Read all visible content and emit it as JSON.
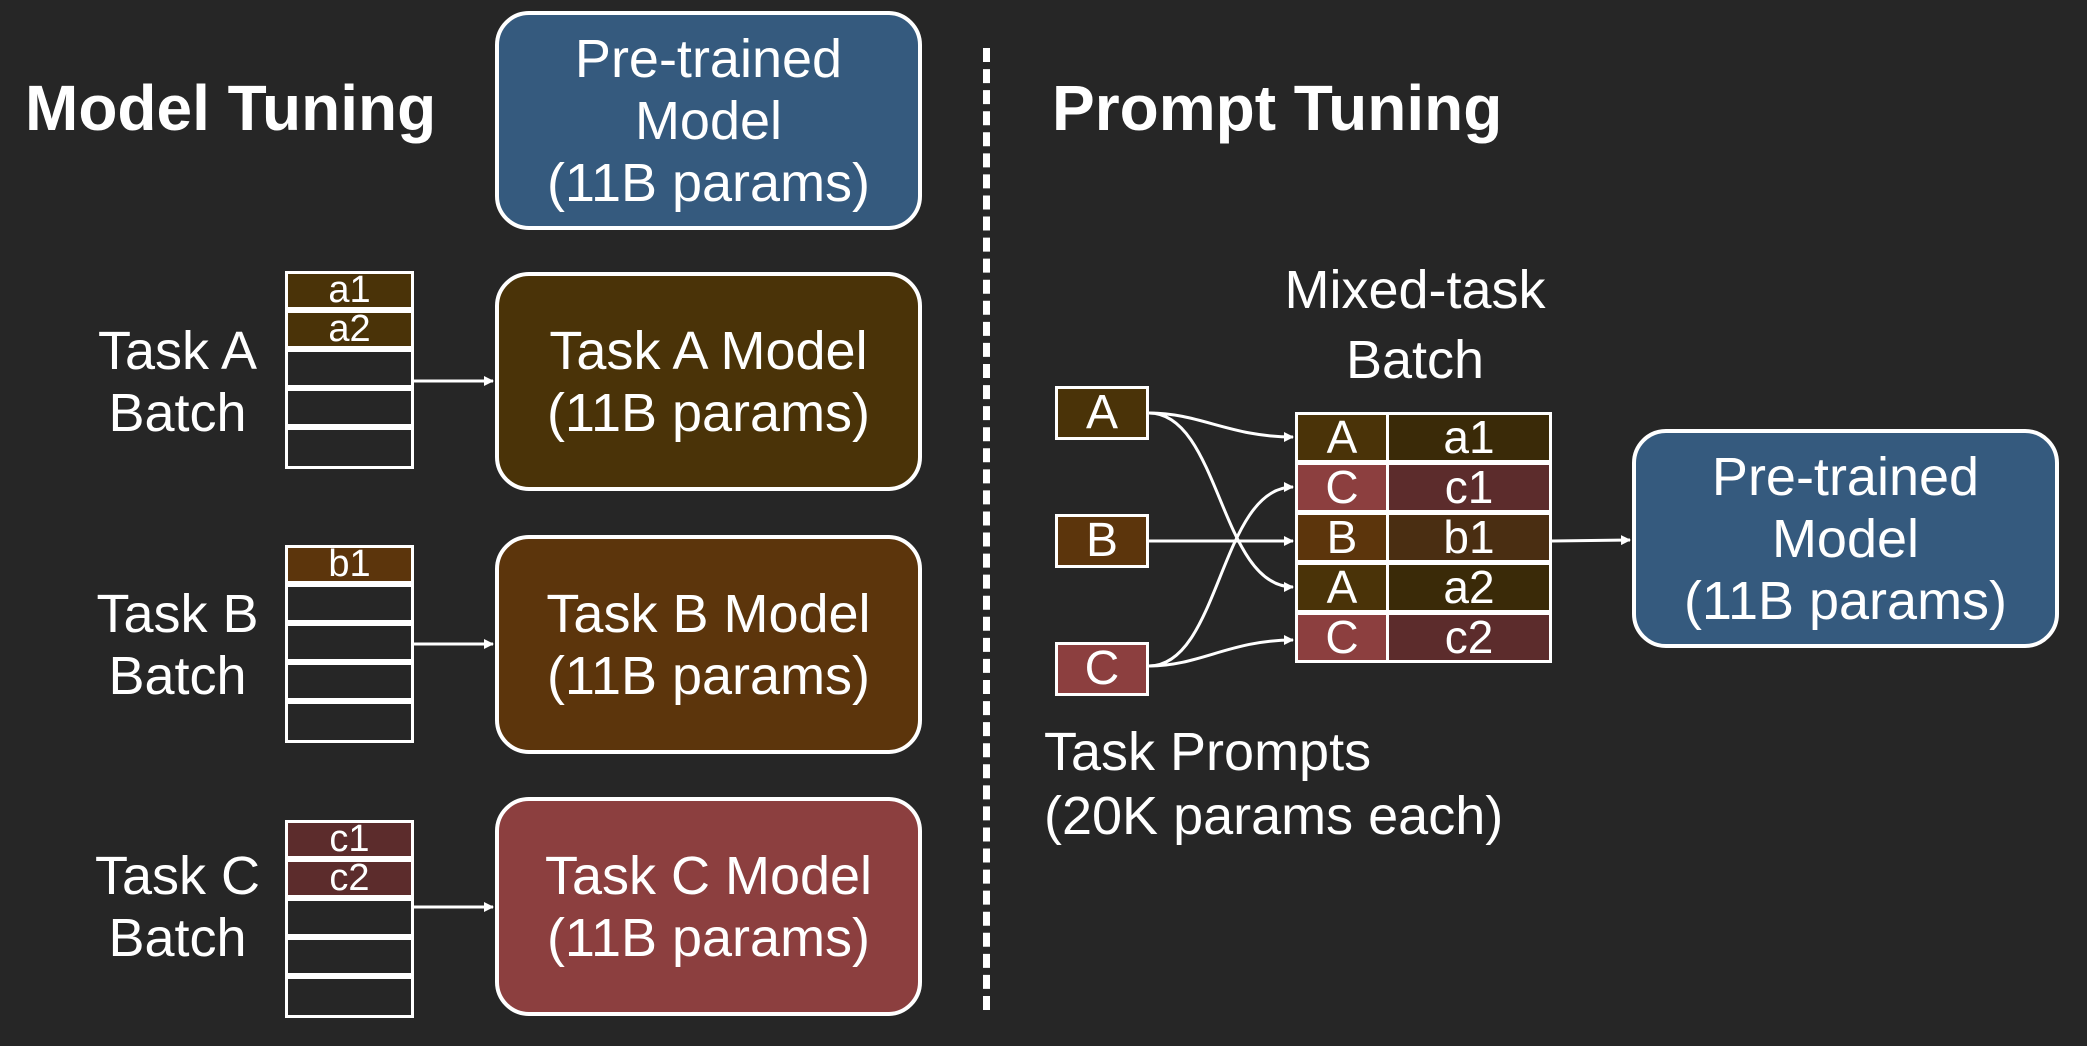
{
  "model_tuning": {
    "heading": "Model Tuning",
    "pretrained": {
      "lines": [
        "Pre-trained",
        "Model",
        "(11B params)"
      ],
      "color": "#355a7e"
    },
    "tasks": [
      {
        "label_lines": [
          "Task A",
          "Batch"
        ],
        "batch_items": [
          "a1",
          "a2",
          "",
          "",
          ""
        ],
        "model_lines": [
          "Task A Model",
          "(11B params)"
        ],
        "color": "#4a3308",
        "cell_color": "#4a3308"
      },
      {
        "label_lines": [
          "Task B",
          "Batch"
        ],
        "batch_items": [
          "b1",
          "",
          "",
          "",
          ""
        ],
        "model_lines": [
          "Task B Model",
          "(11B params)"
        ],
        "color": "#5c350c",
        "cell_color": "#5c350c"
      },
      {
        "label_lines": [
          "Task C",
          "Batch"
        ],
        "batch_items": [
          "c1",
          "c2",
          "",
          "",
          ""
        ],
        "model_lines": [
          "Task C Model",
          "(11B params)"
        ],
        "color": "#8c3f3f",
        "cell_color": "#5c2c2c"
      }
    ]
  },
  "prompt_tuning": {
    "heading": "Prompt Tuning",
    "mixed_batch_title": [
      "Mixed-task",
      "Batch"
    ],
    "prompts": [
      {
        "label": "A",
        "color": "#4a3308"
      },
      {
        "label": "B",
        "color": "#5c350c"
      },
      {
        "label": "C",
        "color": "#8c3f3f"
      }
    ],
    "mixed_rows": [
      {
        "task": "A",
        "item": "a1",
        "key_color": "#4a3308",
        "val_color": "#3a2a08"
      },
      {
        "task": "C",
        "item": "c1",
        "key_color": "#8c3f3f",
        "val_color": "#5c2c2c"
      },
      {
        "task": "B",
        "item": "b1",
        "key_color": "#5c350c",
        "val_color": "#4a2e12"
      },
      {
        "task": "A",
        "item": "a2",
        "key_color": "#4a3308",
        "val_color": "#3a2a08"
      },
      {
        "task": "C",
        "item": "c2",
        "key_color": "#8c3f3f",
        "val_color": "#5c2c2c"
      }
    ],
    "task_prompts_caption": [
      "Task Prompts",
      "(20K params each)"
    ],
    "pretrained": {
      "lines": [
        "Pre-trained",
        "Model",
        "(11B params)"
      ],
      "color": "#355a7e"
    }
  }
}
